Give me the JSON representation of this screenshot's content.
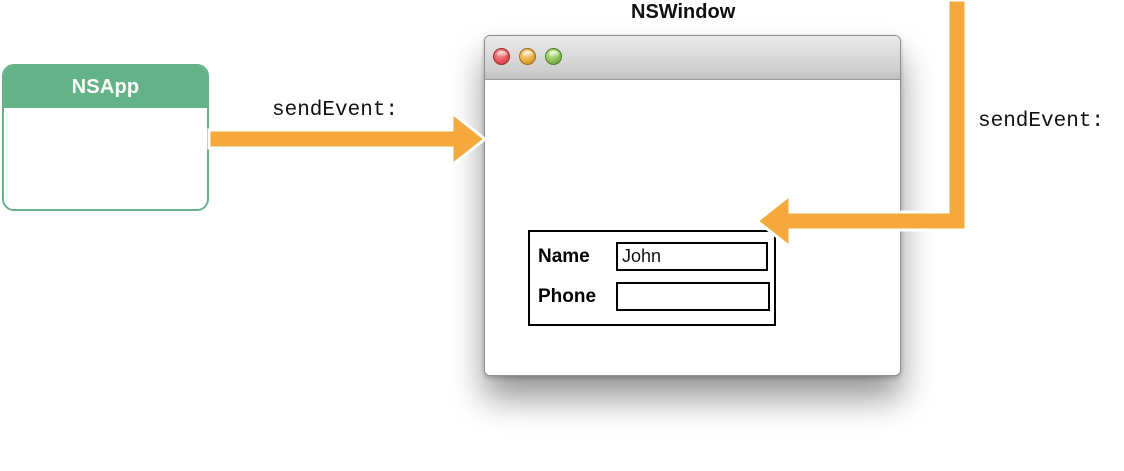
{
  "diagram": {
    "background": "#ffffff",
    "accent_orange": "#f5a83c",
    "accent_green": "#64b287"
  },
  "nsapp": {
    "title": "NSApp",
    "header_color": "#64b287",
    "body_color": "#ffffff"
  },
  "window": {
    "traffic_lights": [
      {
        "name": "close",
        "color": "#e8565a"
      },
      {
        "name": "minimize",
        "color": "#e8a93f"
      },
      {
        "name": "zoom",
        "color": "#8cc055"
      }
    ],
    "label": "NSWindow"
  },
  "form": {
    "rows": [
      {
        "label": "Name",
        "value": "John",
        "placeholder": ""
      },
      {
        "label": "Phone",
        "value": "",
        "placeholder": ""
      }
    ]
  },
  "messages": {
    "left_arrow_label": "sendEvent:",
    "right_arrow_label": "sendEvent:"
  }
}
